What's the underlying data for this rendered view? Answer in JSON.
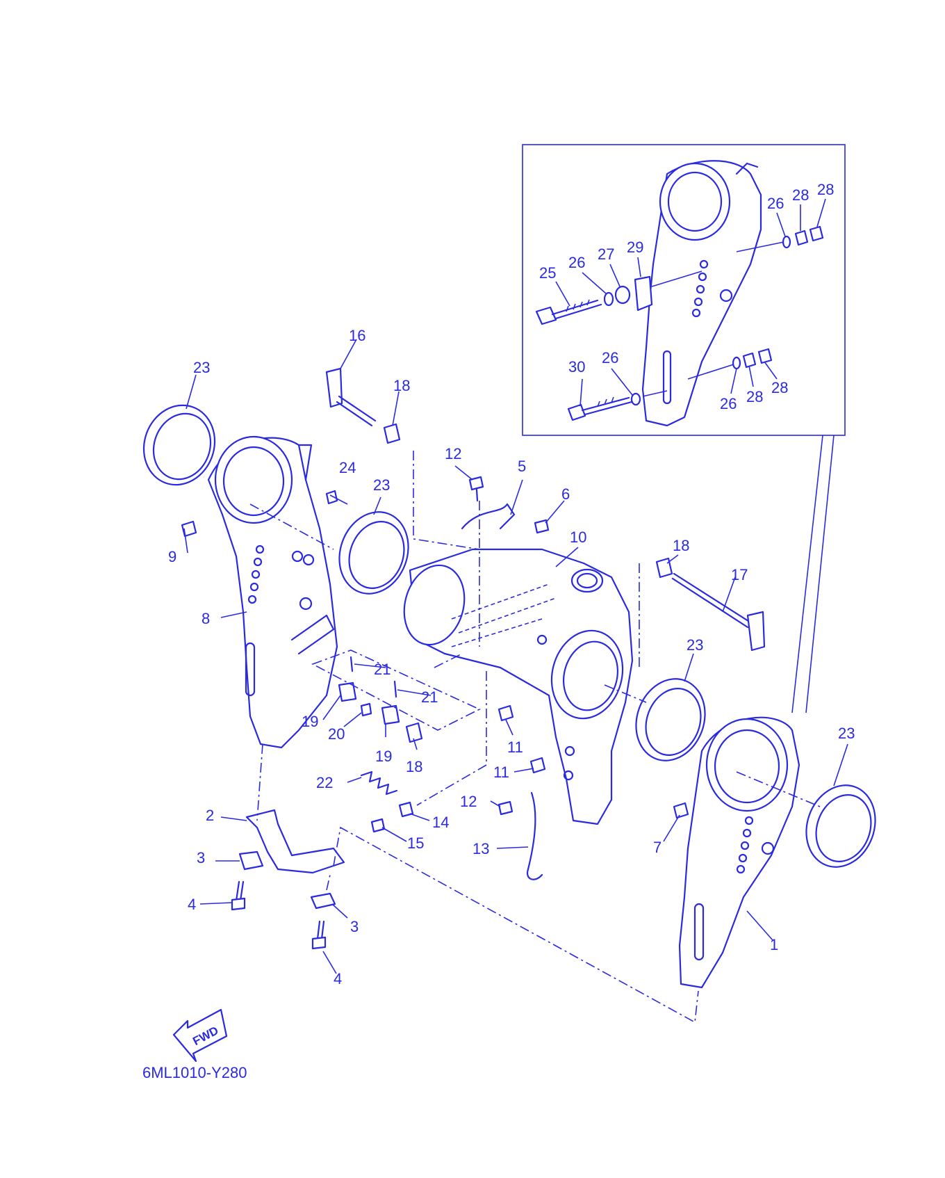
{
  "diagram_code": "6ML1010-Y280",
  "fwd_label": "FWD",
  "callout_labels": {
    "n1": "1",
    "n2": "2",
    "n3a": "3",
    "n3b": "3",
    "n4a": "4",
    "n4b": "4",
    "n5": "5",
    "n6": "6",
    "n7": "7",
    "n8": "8",
    "n9": "9",
    "n10": "10",
    "n11a": "11",
    "n11b": "11",
    "n12a": "12",
    "n12b": "12",
    "n13": "13",
    "n14": "14",
    "n15": "15",
    "n16": "16",
    "n17": "17",
    "n18a": "18",
    "n18b": "18",
    "n18c": "18",
    "n19a": "19",
    "n19b": "19",
    "n20": "20",
    "n21a": "21",
    "n21b": "21",
    "n22": "22",
    "n23a": "23",
    "n23b": "23",
    "n23c": "23",
    "n23d": "23",
    "n24": "24",
    "n25": "25",
    "n26a": "26",
    "n26b": "26",
    "n26c": "26",
    "n26d": "26",
    "n27": "27",
    "n28a": "28",
    "n28b": "28",
    "n28c": "28",
    "n28d": "28",
    "n29": "29",
    "n30": "30"
  },
  "colors": {
    "line": "#2a2ae0",
    "background": "#ffffff"
  }
}
